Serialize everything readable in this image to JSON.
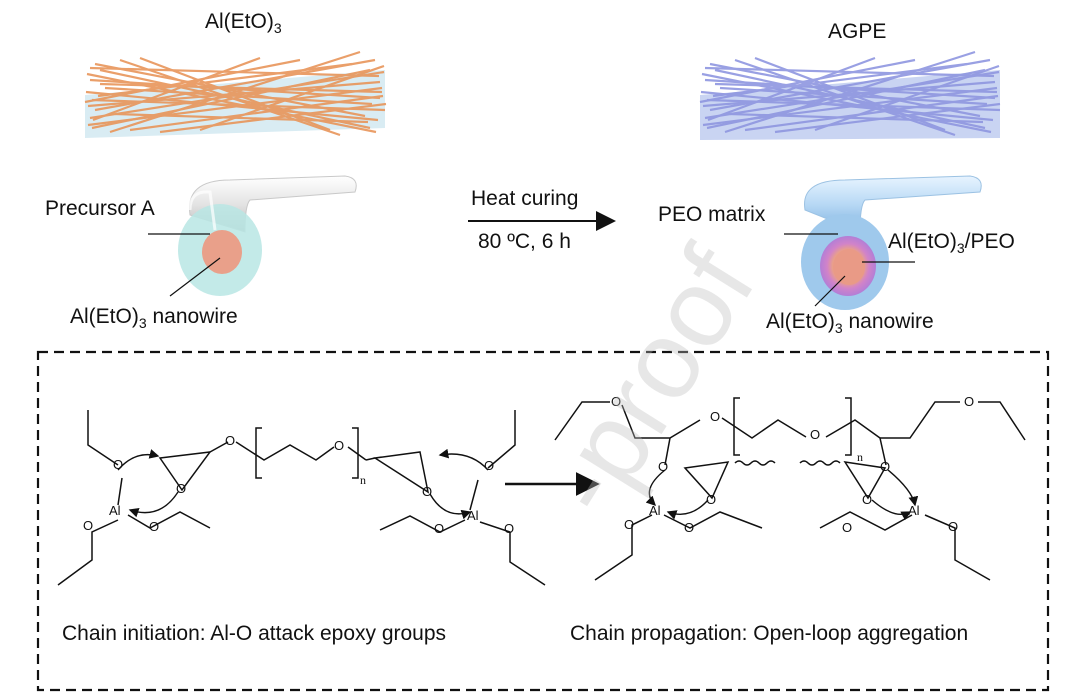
{
  "top_left": {
    "title_main": "Al(EtO)",
    "title_sub": "3",
    "callout_precursor": "Precursor A",
    "callout_nanowire_main": "Al(EtO)",
    "callout_nanowire_sub": "3",
    "callout_nanowire_rest": " nanowire"
  },
  "top_right": {
    "title": "AGPE",
    "callout_matrix": "PEO matrix",
    "callout_shell_main": "Al(EtO)",
    "callout_shell_sub": "3",
    "callout_shell_rest": "/PEO",
    "callout_nanowire_main": "Al(EtO)",
    "callout_nanowire_sub": "3",
    "callout_nanowire_rest": " nanowire"
  },
  "process": {
    "step": "Heat curing",
    "condition": "80 ºC, 6 h"
  },
  "mechanism": {
    "left_caption": "Chain initiation: Al-O attack epoxy groups",
    "right_caption": "Chain propagation: Open-loop aggregation",
    "atom_al": "Al",
    "atom_o": "O",
    "subscript_n": "n"
  },
  "watermark": "-proof",
  "colors": {
    "fiber_orange": "#e8955a",
    "fiber_blue": "#8f96e0",
    "core": "#e99a86",
    "shell_left": "#bfe6e8",
    "shell_right": "#9fc9ec",
    "pink_ring": "#c985d4"
  }
}
